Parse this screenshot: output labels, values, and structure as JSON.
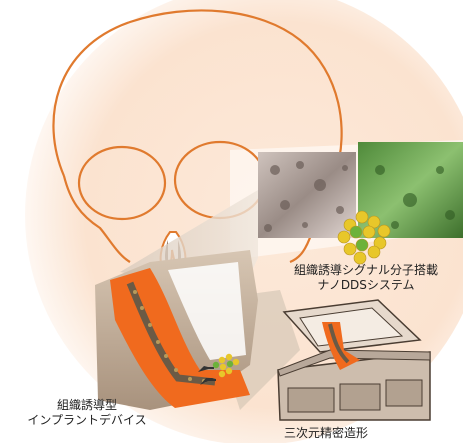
{
  "captions": {
    "signal_dds": {
      "line1": "組織誘導シグナル分子搭載",
      "line2": "ナノDDSシステム"
    },
    "implant_device": {
      "line1": "組織誘導型",
      "line2": "インプラントデバイス"
    },
    "precision_fabrication": "三次元精密造形"
  },
  "colors": {
    "skull_outline": "#e07a2e",
    "implant_orange": "#f06a1e",
    "background_glow": "#fbe3d0",
    "tissue_gray": "#b8a99a",
    "tissue_green": "#6a9a4a",
    "nanoparticle_yellow": "#e8c72a",
    "nanoparticle_green": "#6cb23a"
  }
}
